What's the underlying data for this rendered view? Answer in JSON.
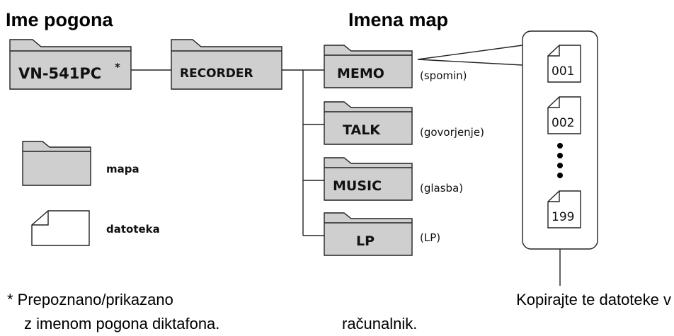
{
  "headings": {
    "drive_name": "Ime pogona",
    "folder_names": "Imena map"
  },
  "drive": {
    "label": "VN-541PC",
    "asterisk": "*"
  },
  "recorder": {
    "label": "RECORDER"
  },
  "folders": [
    {
      "label": "MEMO",
      "translation": "(spomin)"
    },
    {
      "label": "TALK",
      "translation": "(govorjenje)"
    },
    {
      "label": "MUSIC",
      "translation": "(glasba)"
    },
    {
      "label": "LP",
      "translation": "(LP)"
    }
  ],
  "files": [
    "001",
    "002",
    "199"
  ],
  "legend": {
    "folder": "mapa",
    "file": "datoteka"
  },
  "footnote": {
    "line1": "* Prepoznano/prikazano",
    "line2": "z imenom pogona diktafona."
  },
  "copy_note": {
    "line1": "Kopirajte te datoteke v",
    "line2": "računalnik."
  }
}
